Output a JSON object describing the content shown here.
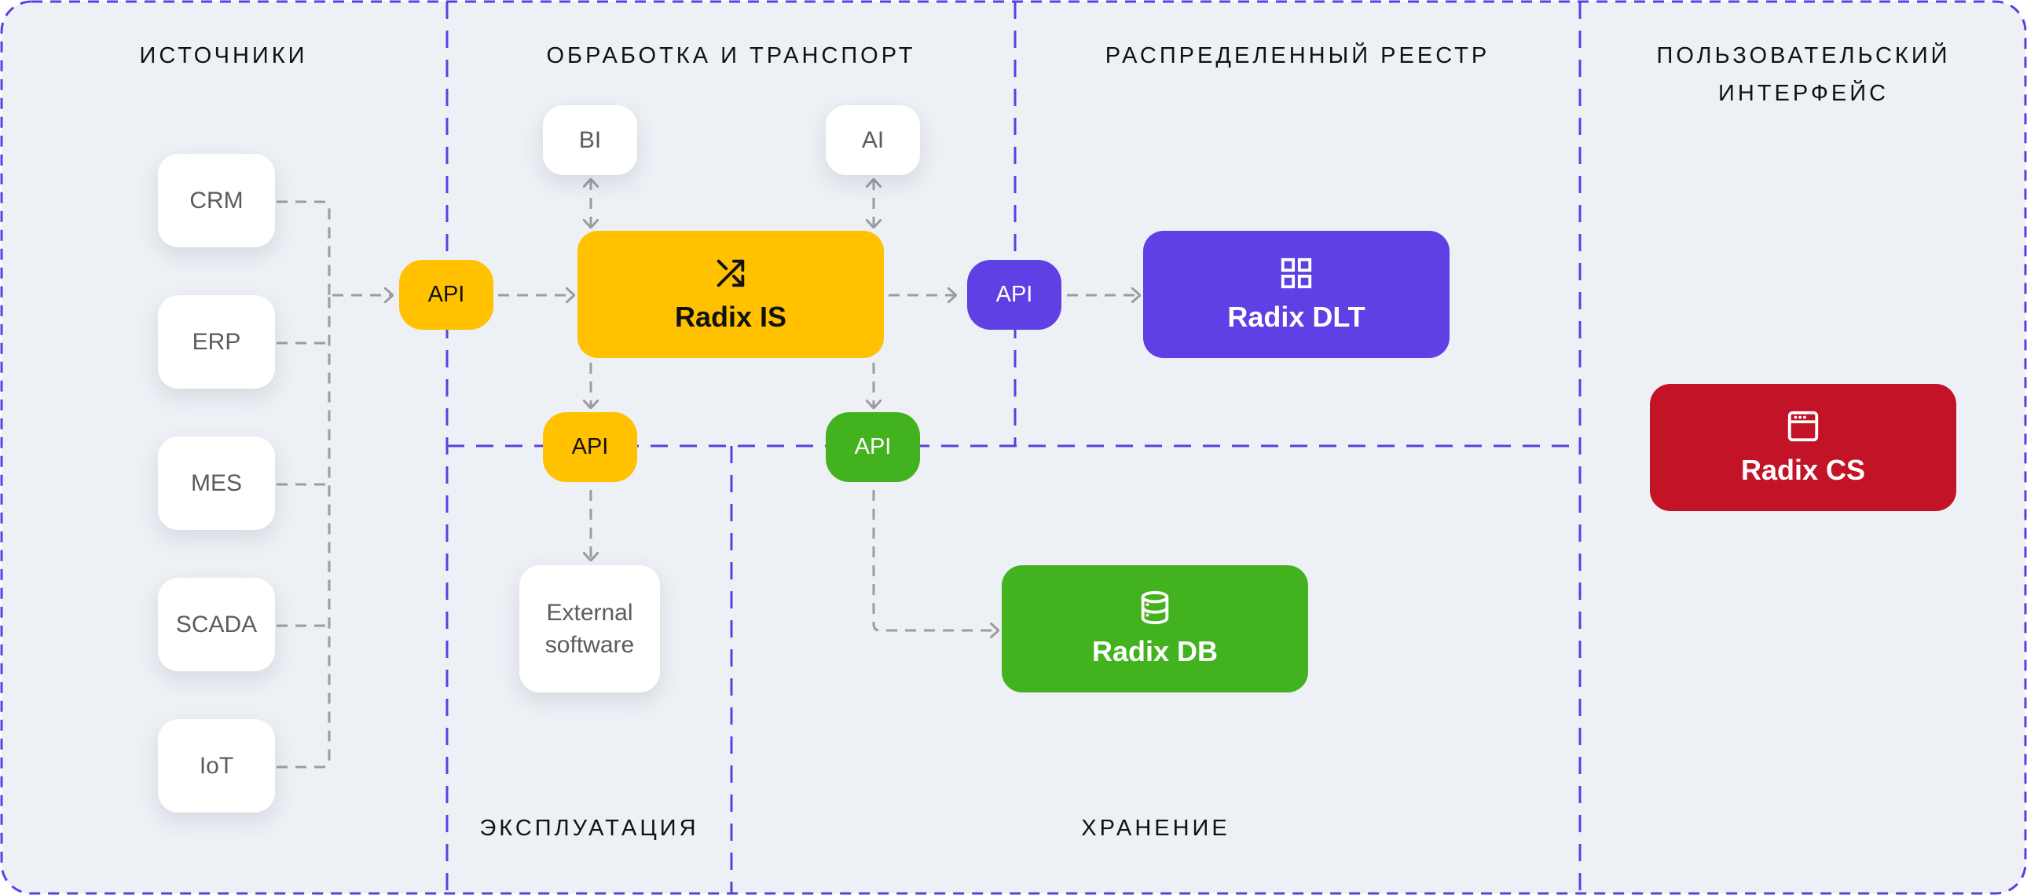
{
  "colors": {
    "background": "#EDF0F5",
    "divider": "#5C3FE0",
    "connector": "#9A9BA3",
    "yellow": "#FFC100",
    "purple": "#5E40E4",
    "green": "#43B21F",
    "red": "#C21426"
  },
  "sections": {
    "sources": "Источники",
    "processing": "Обработка и транспорт",
    "ledger": "Распределенный реестр",
    "ui_line1": "Пользовательский",
    "ui_line2": "интерфейс",
    "operation": "Эксплуатация",
    "storage": "Хранение"
  },
  "sources": [
    "CRM",
    "ERP",
    "MES",
    "SCADA",
    "IoT"
  ],
  "analytics": {
    "bi": "BI",
    "ai": "AI"
  },
  "api": {
    "ingest": "API",
    "ledger": "API",
    "operation": "API",
    "storage": "API"
  },
  "external": {
    "line1": "External",
    "line2": "software"
  },
  "products": {
    "is": {
      "label": "Radix IS",
      "icon": "shuffle-icon"
    },
    "dlt": {
      "label": "Radix DLT",
      "icon": "grid-icon"
    },
    "db": {
      "label": "Radix DB",
      "icon": "database-icon"
    },
    "cs": {
      "label": "Radix CS",
      "icon": "browser-window-icon"
    }
  }
}
